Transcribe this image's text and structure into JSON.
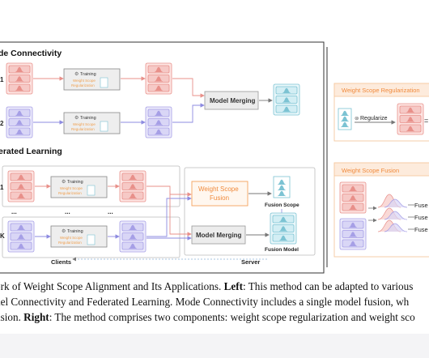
{
  "figure": {
    "left": {
      "mode_title": "de Connectivity",
      "fed_title": "erated Learning",
      "row_labels": [
        "1",
        "2",
        "1",
        "K"
      ],
      "ellipsis": [
        "...",
        "...",
        "..."
      ],
      "training_label": "Training",
      "wsr_line1": "Weight Scope",
      "wsr_line2": "Regularization",
      "model_merging": "Model Merging",
      "ws_fusion_line1": "Weight Scope",
      "ws_fusion_line2": "Fusion",
      "fusion_scope": "Fusion Scope",
      "fusion_model": "Fusion Model",
      "clients": "Clients",
      "server": "Server"
    },
    "right": {
      "reg_title": "Weight Scope Regularization",
      "regularize": "Regularize",
      "fusion_title": "Weight Scope Fusion",
      "fuse_labels": [
        "Fuse",
        "Fuse",
        "Fuse"
      ]
    },
    "colors": {
      "red_fill": "#f6c9c6",
      "red_stroke": "#e8908a",
      "blue_fill": "#d9d6f6",
      "blue_stroke": "#a69fe6",
      "teal_fill": "#d3eef4",
      "teal_stroke": "#7cc3d3",
      "orange": "#f5a25c",
      "gray_box": "#ececec"
    }
  },
  "caption": {
    "l1_a": "ork of Weight Scope Alignment and Its Applications. ",
    "l1_b": "Left",
    "l1_c": ": This method can be adapted to various",
    "l2": "del Connectivity and Federated Learning. Mode Connectivity includes a single model fusion, wh",
    "l3_a": "usion. ",
    "l3_b": "Right",
    "l3_c": ": The method comprises two components: weight scope regularization and weight sco"
  }
}
